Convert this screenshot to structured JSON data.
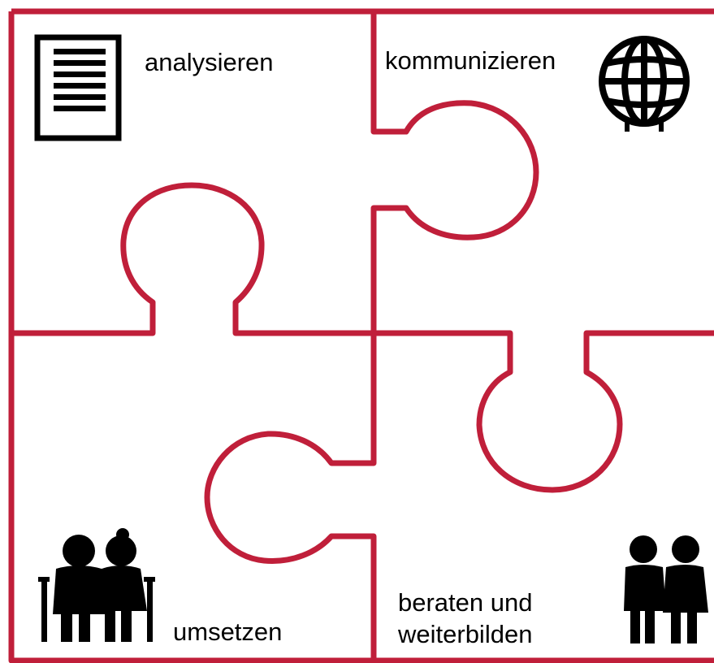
{
  "colors": {
    "outline": "#c01f3a",
    "icon": "#000000",
    "background": "#ffffff"
  },
  "pieces": [
    {
      "position": "top-left",
      "label": "analysieren",
      "icon": "document-icon"
    },
    {
      "position": "top-right",
      "label": "kommunizieren",
      "icon": "globe-icon"
    },
    {
      "position": "bottom-left",
      "label": "umsetzen",
      "icon": "elderly-couple-icon"
    },
    {
      "position": "bottom-right",
      "label_lines": [
        "beraten und",
        "weiterbilden"
      ],
      "icon": "couple-icon"
    }
  ]
}
